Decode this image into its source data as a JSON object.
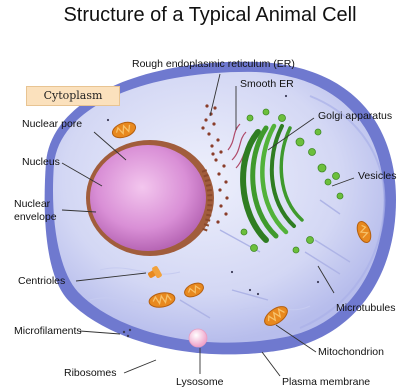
{
  "title": "Structure of a Typical Animal Cell",
  "labels": {
    "cytoplasm": "Cytoplasm",
    "rough_er": "Rough endoplasmic reticulum (ER)",
    "smooth_er": "Smooth ER",
    "golgi": "Golgi apparatus",
    "nuclear_pore": "Nuclear pore",
    "nucleus": "Nucleus",
    "vesicles": "Vesicles",
    "nuclear_envelope_line1": "Nuclear",
    "nuclear_envelope_line2": "envelope",
    "centrioles": "Centrioles",
    "microtubules": "Microtubules",
    "microfilaments": "Microfilaments",
    "mitochondrion": "Mitochondrion",
    "ribosomes": "Ribosomes",
    "lysosome": "Lysosome",
    "plasma_membrane": "Plasma membrane"
  },
  "colors": {
    "membrane": "#7f89d8",
    "cytoplasm": "#d7dbf6",
    "nucleus": "#d88fd6",
    "nuclear_envelope": "#a05b3c",
    "golgi": "#3f9a2d",
    "mitochondrion": "#e58a1f",
    "lysosome": "#f4b9d6",
    "callout": "#fbe1bd"
  }
}
